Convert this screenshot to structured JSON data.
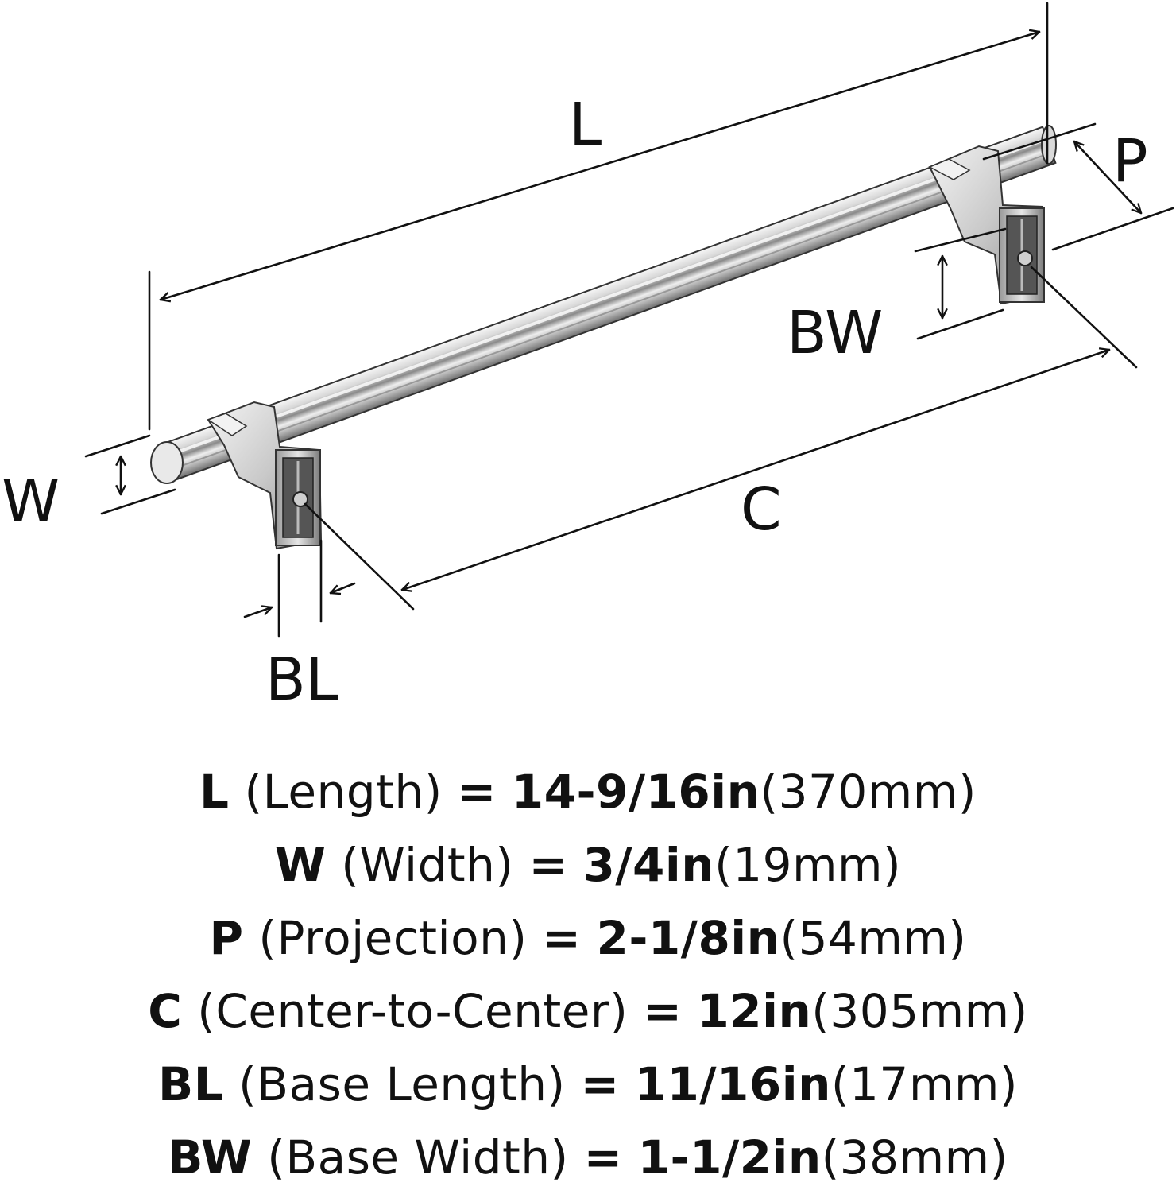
{
  "diagram": {
    "labels": {
      "L": "L",
      "P": "P",
      "BW": "BW",
      "W": "W",
      "C": "C",
      "BL": "BL"
    }
  },
  "specs": [
    {
      "key": "L",
      "name": "(Length)",
      "eq": "=",
      "imperial": "14-9/16in",
      "metric": "(370mm)"
    },
    {
      "key": "W",
      "name": "(Width)",
      "eq": "=",
      "imperial": "3/4in",
      "metric": "(19mm)"
    },
    {
      "key": "P",
      "name": "(Projection)",
      "eq": "=",
      "imperial": "2-1/8in",
      "metric": "(54mm)"
    },
    {
      "key": "C",
      "name": "(Center-to-Center)",
      "eq": "=",
      "imperial": "12in",
      "metric": "(305mm)"
    },
    {
      "key": "BL",
      "name": "(Base Length)",
      "eq": "=",
      "imperial": "11/16in",
      "metric": "(17mm)"
    },
    {
      "key": "BW",
      "name": "(Base Width)",
      "eq": "=",
      "imperial": "1-1/2in",
      "metric": "(38mm)"
    }
  ]
}
